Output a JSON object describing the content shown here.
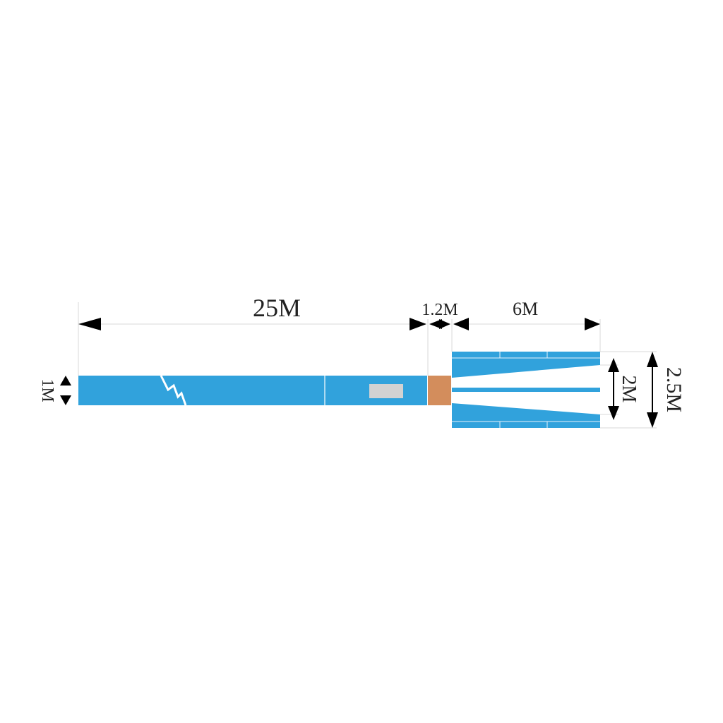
{
  "dimensions": {
    "body_length": "25M",
    "shroud_length": "1.2M",
    "tail_length": "6M",
    "body_width": "1M",
    "inner_width": "2M",
    "total_width": "2.5M"
  },
  "colors": {
    "body": "#31a2dc",
    "shroud": "#d38d5c",
    "label_patch": "#d2d2d2",
    "dimension_line": "#d9d9d9",
    "arrow": "#000000",
    "background": "#ffffff"
  }
}
